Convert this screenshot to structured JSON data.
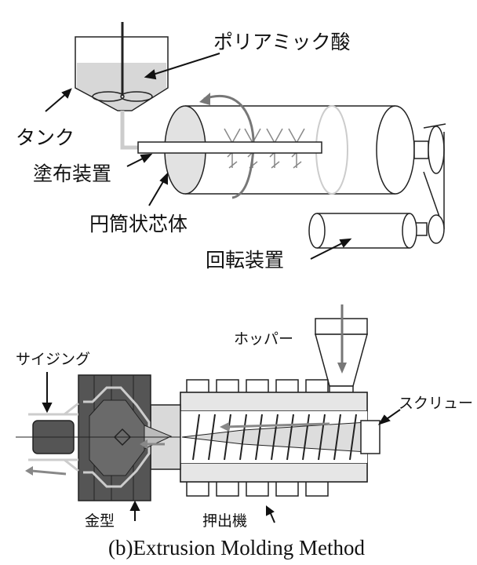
{
  "top_diagram": {
    "labels": {
      "polyamic_acid": "ポリアミック酸",
      "tank": "タンク",
      "coating_device": "塗布装置",
      "cylindrical_core": "円筒状芯体",
      "rotation_device": "回転装置"
    }
  },
  "bottom_diagram": {
    "labels": {
      "hopper": "ホッパー",
      "sizing": "サイジング",
      "screw": "スクリュー",
      "die": "金型",
      "extruder": "押出機"
    },
    "caption": "(b)Extrusion Molding Method"
  }
}
